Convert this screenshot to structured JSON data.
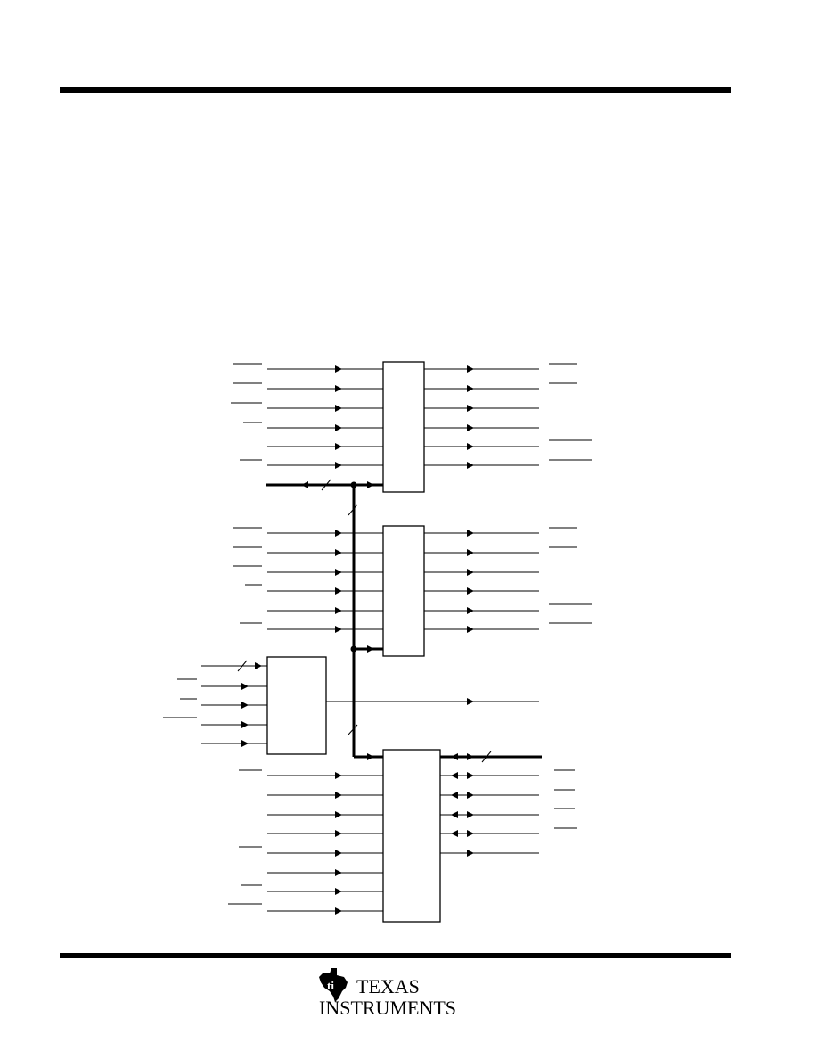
{
  "brand": {
    "name": "Texas Instruments",
    "wordmark_line1": "TEXAS",
    "wordmark_line2": "INSTRUMENTS",
    "logo_icon": "ti-state-logo-icon"
  },
  "colors": {
    "ink": "#000000",
    "paper": "#ffffff"
  },
  "diagram": {
    "description_visible_text": "",
    "blocks": [
      {
        "id": "block-1",
        "inputs": 6,
        "outputs": 6
      },
      {
        "id": "block-2",
        "inputs": 6,
        "outputs": 6
      },
      {
        "id": "block-3",
        "inputs": 5,
        "outputs": 1
      },
      {
        "id": "block-4",
        "inputs": 8,
        "outputs": 5
      }
    ]
  }
}
